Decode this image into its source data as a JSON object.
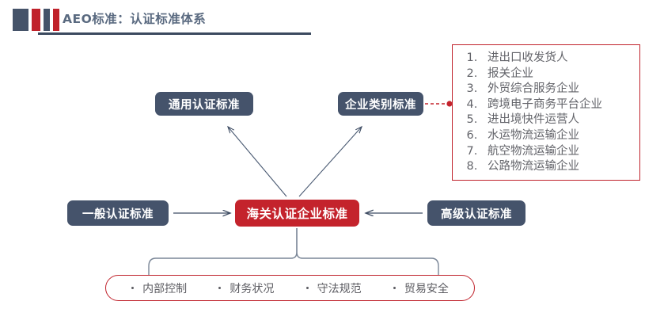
{
  "header": {
    "title": "AEO标准：认证标准体系",
    "accent_navy": "#45536B",
    "accent_red": "#C4232C",
    "title_color": "#5A6A80",
    "bars": [
      "navy",
      "red",
      "navy",
      "red"
    ]
  },
  "diagram": {
    "nodes": {
      "general_std": "通用认证标准",
      "category_std": "企业类别标准",
      "basic_std": "一般认证标准",
      "center_std": "海关认证企业标准",
      "advanced_std": "高级认证标准"
    },
    "category_list": [
      "进出口收发货人",
      "报关企业",
      "外贸综合服务企业",
      "跨境电子商务平台企业",
      "进出境快件运营人",
      "水运物流运输企业",
      "航空物流运输企业",
      "公路物流运输企业"
    ],
    "criteria": [
      "内部控制",
      "财务状况",
      "守法规范",
      "贸易安全"
    ]
  }
}
